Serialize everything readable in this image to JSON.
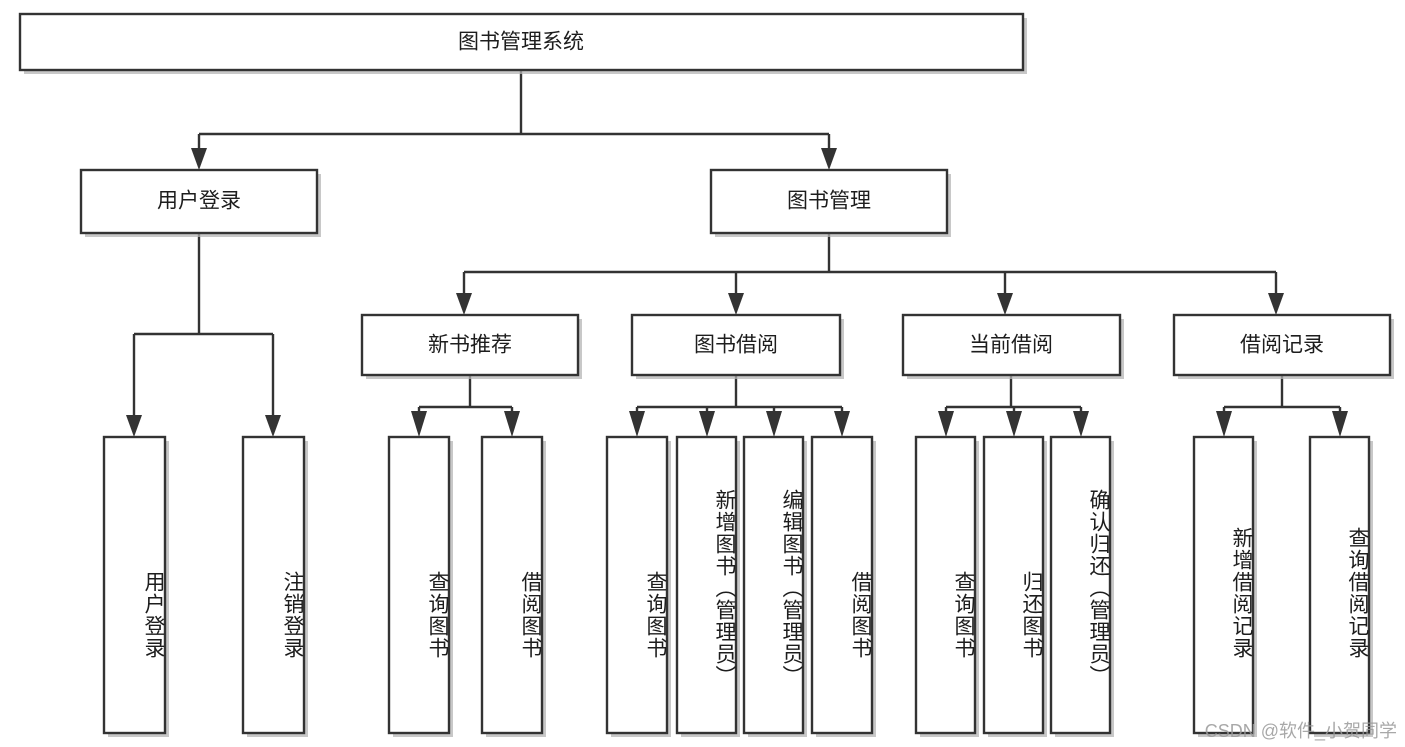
{
  "diagram": {
    "title": "图书管理系统",
    "type": "tree",
    "orientation": "top-down",
    "colors": {
      "box_fill": "#ffffff",
      "box_stroke": "#333333",
      "text": "#1d1d1d",
      "shadow": "#b5b5b5",
      "watermark": "#9a9a9a",
      "background": "#ffffff"
    },
    "root": {
      "id": "root",
      "label": "图书管理系统",
      "orientation": "horizontal"
    },
    "level2": [
      {
        "id": "user-login",
        "label": "用户登录",
        "orientation": "horizontal"
      },
      {
        "id": "book-manage",
        "label": "图书管理",
        "orientation": "horizontal"
      }
    ],
    "level3": [
      {
        "id": "new-book-recommend",
        "label": "新书推荐",
        "orientation": "horizontal"
      },
      {
        "id": "book-borrow",
        "label": "图书借阅",
        "orientation": "horizontal"
      },
      {
        "id": "current-borrow",
        "label": "当前借阅",
        "orientation": "horizontal"
      },
      {
        "id": "borrow-record",
        "label": "借阅记录",
        "orientation": "horizontal"
      }
    ],
    "leaves": [
      {
        "id": "leaf-user-login",
        "label": "用户登录",
        "parent": "user-login",
        "orientation": "vertical"
      },
      {
        "id": "leaf-user-logout",
        "label": "注销登录",
        "parent": "user-login",
        "orientation": "vertical"
      },
      {
        "id": "leaf-query-book-1",
        "label": "查询图书",
        "parent": "new-book-recommend",
        "orientation": "vertical"
      },
      {
        "id": "leaf-borrow-book-1",
        "label": "借阅图书",
        "parent": "new-book-recommend",
        "orientation": "vertical"
      },
      {
        "id": "leaf-query-book-2",
        "label": "查询图书",
        "parent": "book-borrow",
        "orientation": "vertical"
      },
      {
        "id": "leaf-add-book",
        "label": "新增图书（管理员）",
        "parent": "book-borrow",
        "orientation": "vertical"
      },
      {
        "id": "leaf-edit-book",
        "label": "编辑图书（管理员）",
        "parent": "book-borrow",
        "orientation": "vertical"
      },
      {
        "id": "leaf-borrow-book-2",
        "label": "借阅图书",
        "parent": "book-borrow",
        "orientation": "vertical"
      },
      {
        "id": "leaf-query-book-3",
        "label": "查询图书",
        "parent": "current-borrow",
        "orientation": "vertical"
      },
      {
        "id": "leaf-return-book",
        "label": "归还图书",
        "parent": "current-borrow",
        "orientation": "vertical"
      },
      {
        "id": "leaf-confirm-return",
        "label": "确认归还（管理员）",
        "parent": "current-borrow",
        "orientation": "vertical"
      },
      {
        "id": "leaf-add-record",
        "label": "新增借阅记录",
        "parent": "borrow-record",
        "orientation": "vertical"
      },
      {
        "id": "leaf-query-record",
        "label": "查询借阅记录",
        "parent": "borrow-record",
        "orientation": "vertical"
      }
    ],
    "watermark": "CSDN @软件_小贺同学"
  }
}
